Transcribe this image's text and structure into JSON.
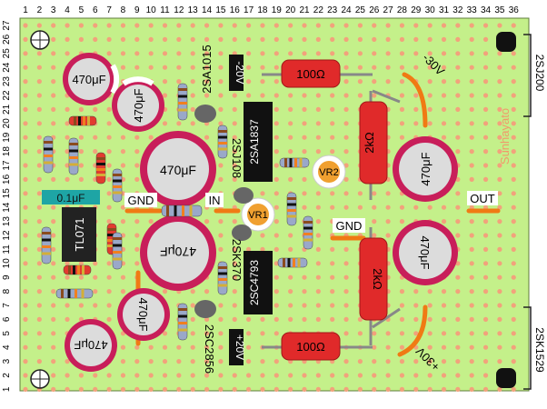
{
  "column_numbers": [
    "1",
    "2",
    "3",
    "4",
    "5",
    "6",
    "7",
    "8",
    "9",
    "10",
    "11",
    "12",
    "13",
    "14",
    "15",
    "16",
    "17",
    "18",
    "19",
    "20",
    "21",
    "22",
    "23",
    "24",
    "25",
    "26",
    "27",
    "28",
    "29",
    "30",
    "31",
    "32",
    "33",
    "34",
    "35",
    "36"
  ],
  "row_numbers": [
    "27",
    "26",
    "25",
    "24",
    "23",
    "22",
    "21",
    "20",
    "19",
    "18",
    "17",
    "16",
    "15",
    "14",
    "13",
    "12",
    "11",
    "10",
    "9",
    "8",
    "7",
    "6",
    "5",
    "4",
    "3",
    "2",
    "1"
  ],
  "board": {
    "color": "#c4f08a",
    "hole_color": "#f2a27c",
    "brand": "Sunhayato"
  },
  "side_labels": {
    "top_right": "2SJ200",
    "bottom_right": "2SK1529"
  },
  "caps": {
    "c1": "470μF",
    "c2": "470μF",
    "c3": "470μF",
    "c4": "470μF",
    "c5": "470μF",
    "c6": "470μF",
    "c7": "470μF",
    "c8": "470μF"
  },
  "film_cap": "0.1μF",
  "opamp": "TL071",
  "transistors": {
    "t1": "2SA1837",
    "t2": "2SC4793"
  },
  "fet_labels": {
    "f1": "2SA1015",
    "f2": "2SJ108",
    "f3": "2SK370",
    "f4": "2SC2856"
  },
  "power_resistors": {
    "r1": "100Ω",
    "r2": "2kΩ",
    "r3": "2kΩ",
    "r4": "100Ω"
  },
  "trimmers": {
    "vr1": "VR1",
    "vr2": "VR2"
  },
  "labels": {
    "in": "IN",
    "gnd_left": "GND",
    "gnd_right": "GND",
    "out": "OUT",
    "neg20": "-20V",
    "pos20": "+20V",
    "neg30": "-30V",
    "pos30": "+30V"
  }
}
